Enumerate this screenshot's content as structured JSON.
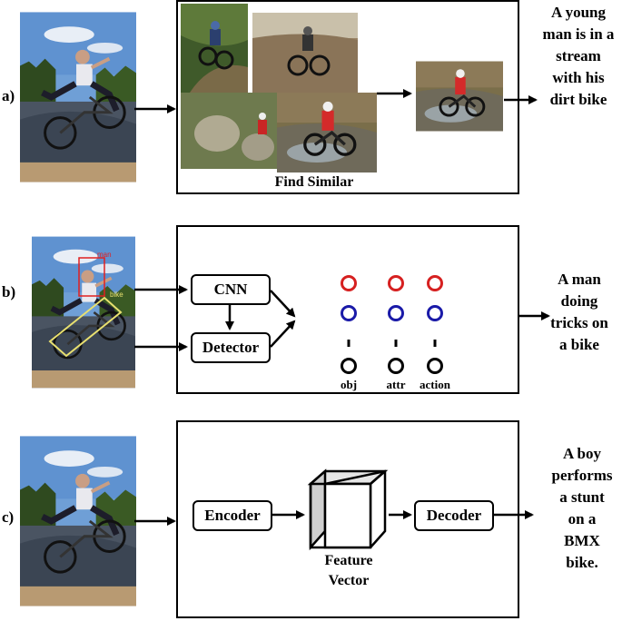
{
  "rows": {
    "a": {
      "label": "a)",
      "box_caption": "Find Similar",
      "output": [
        "A young",
        "man is in a",
        "stream",
        "with his",
        "dirt bike"
      ]
    },
    "b": {
      "label": "b)",
      "cnn": "CNN",
      "detector": "Detector",
      "detections": {
        "man": "man",
        "bike": "bike"
      },
      "columns": [
        "obj",
        "attr",
        "action"
      ],
      "output": [
        "A man",
        "doing",
        "tricks on",
        "a bike"
      ]
    },
    "c": {
      "label": "c)",
      "encoder": "Encoder",
      "decoder": "Decoder",
      "feature": [
        "Feature",
        "Vector"
      ],
      "output": [
        "A boy",
        "performs",
        "a stunt",
        "on a",
        "BMX",
        "bike."
      ]
    }
  },
  "colors": {
    "red_circle": "#d62020",
    "blue_circle": "#1a1aa8",
    "detect_red": "#e02020",
    "detect_yellow": "#e8e070"
  }
}
